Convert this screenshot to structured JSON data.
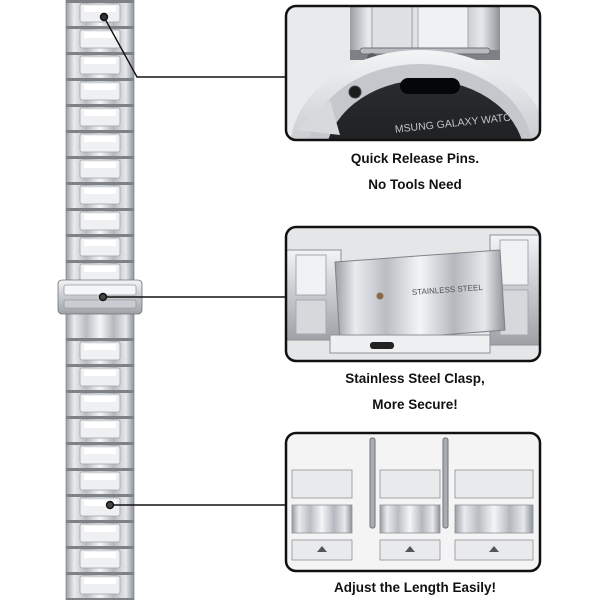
{
  "features": [
    {
      "lines": [
        "Quick Release Pins.",
        "No Tools Need"
      ],
      "engraving": "MSUNG GALAXY WATC"
    },
    {
      "lines": [
        "Stainless Steel Clasp,",
        "More Secure!"
      ],
      "engraving": "STAINLESS STEEL"
    },
    {
      "lines": [
        "Adjust the Length Easily!"
      ]
    }
  ],
  "colors": {
    "steel_light": "#eef0f2",
    "steel_mid": "#c9ccd0",
    "steel_dark": "#8f9398",
    "frame": "#111111",
    "caption": "#111111"
  }
}
